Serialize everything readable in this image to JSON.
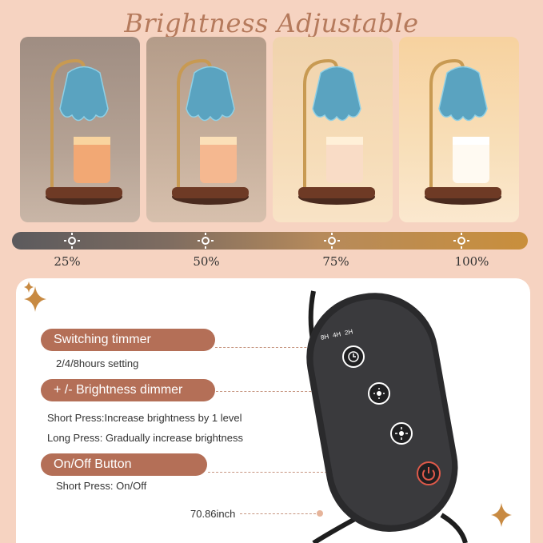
{
  "title": "Brightness Adjustable",
  "levels": [
    "25%",
    "50%",
    "75%",
    "100%"
  ],
  "features": {
    "timer": {
      "label": "Switching timmer",
      "desc": "2/4/8hours setting"
    },
    "dimmer": {
      "label": "+ /-  Brightness dimmer",
      "desc1": "Short Press:Increase brightness by 1 level",
      "desc2": "Long Press: Gradually increase brightness"
    },
    "power": {
      "label": "On/Off Button",
      "desc": "Short Press: On/Off"
    }
  },
  "remote": {
    "timer_labels": [
      "8H",
      "4H",
      "2H"
    ]
  },
  "cord_length": "70.86inch",
  "colors": {
    "accent": "#b46f57",
    "title": "#b57a5c",
    "background": "#f6d3c1"
  }
}
